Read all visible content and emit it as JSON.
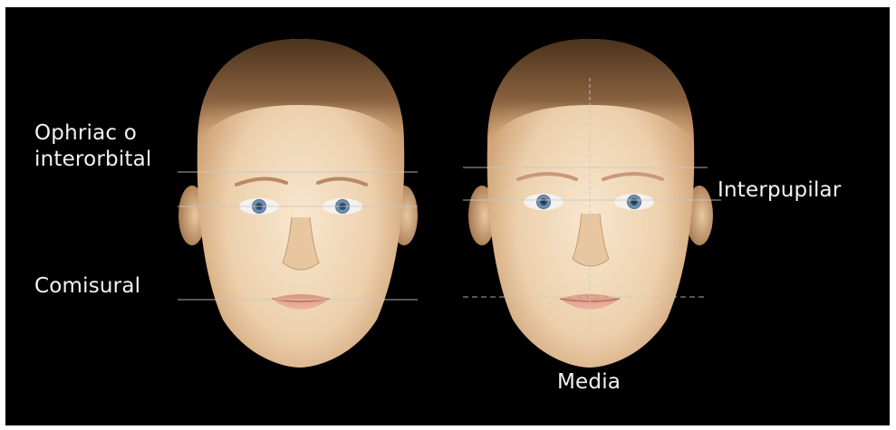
{
  "labels": {
    "ophriac": "Ophriac o",
    "interorbital": "interorbital",
    "comisural": "Comisural",
    "interpupilar": "Interpupilar",
    "media": "Media"
  },
  "colors": {
    "background": "#000000",
    "label_text": "#f2f2f2",
    "skin_light": "#f6e2c8",
    "skin_mid": "#e3bd92",
    "skin_shadow": "#a8774c",
    "hair": "#6b4a2c",
    "lips": "#e6a592",
    "iris": "#6e8fb0",
    "guide_line": "#bfbfbf"
  }
}
